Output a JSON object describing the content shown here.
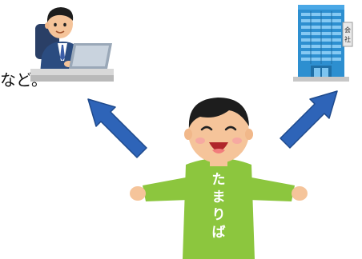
{
  "caption": "など。",
  "building_sign": "会社",
  "shirt_text": [
    "た",
    "ま",
    "り",
    "ば"
  ],
  "colors": {
    "arrow": "#2e64b8",
    "arrow_outline": "#1f4a8c",
    "shirt": "#8cc63e",
    "building": "#2d8fd0"
  }
}
